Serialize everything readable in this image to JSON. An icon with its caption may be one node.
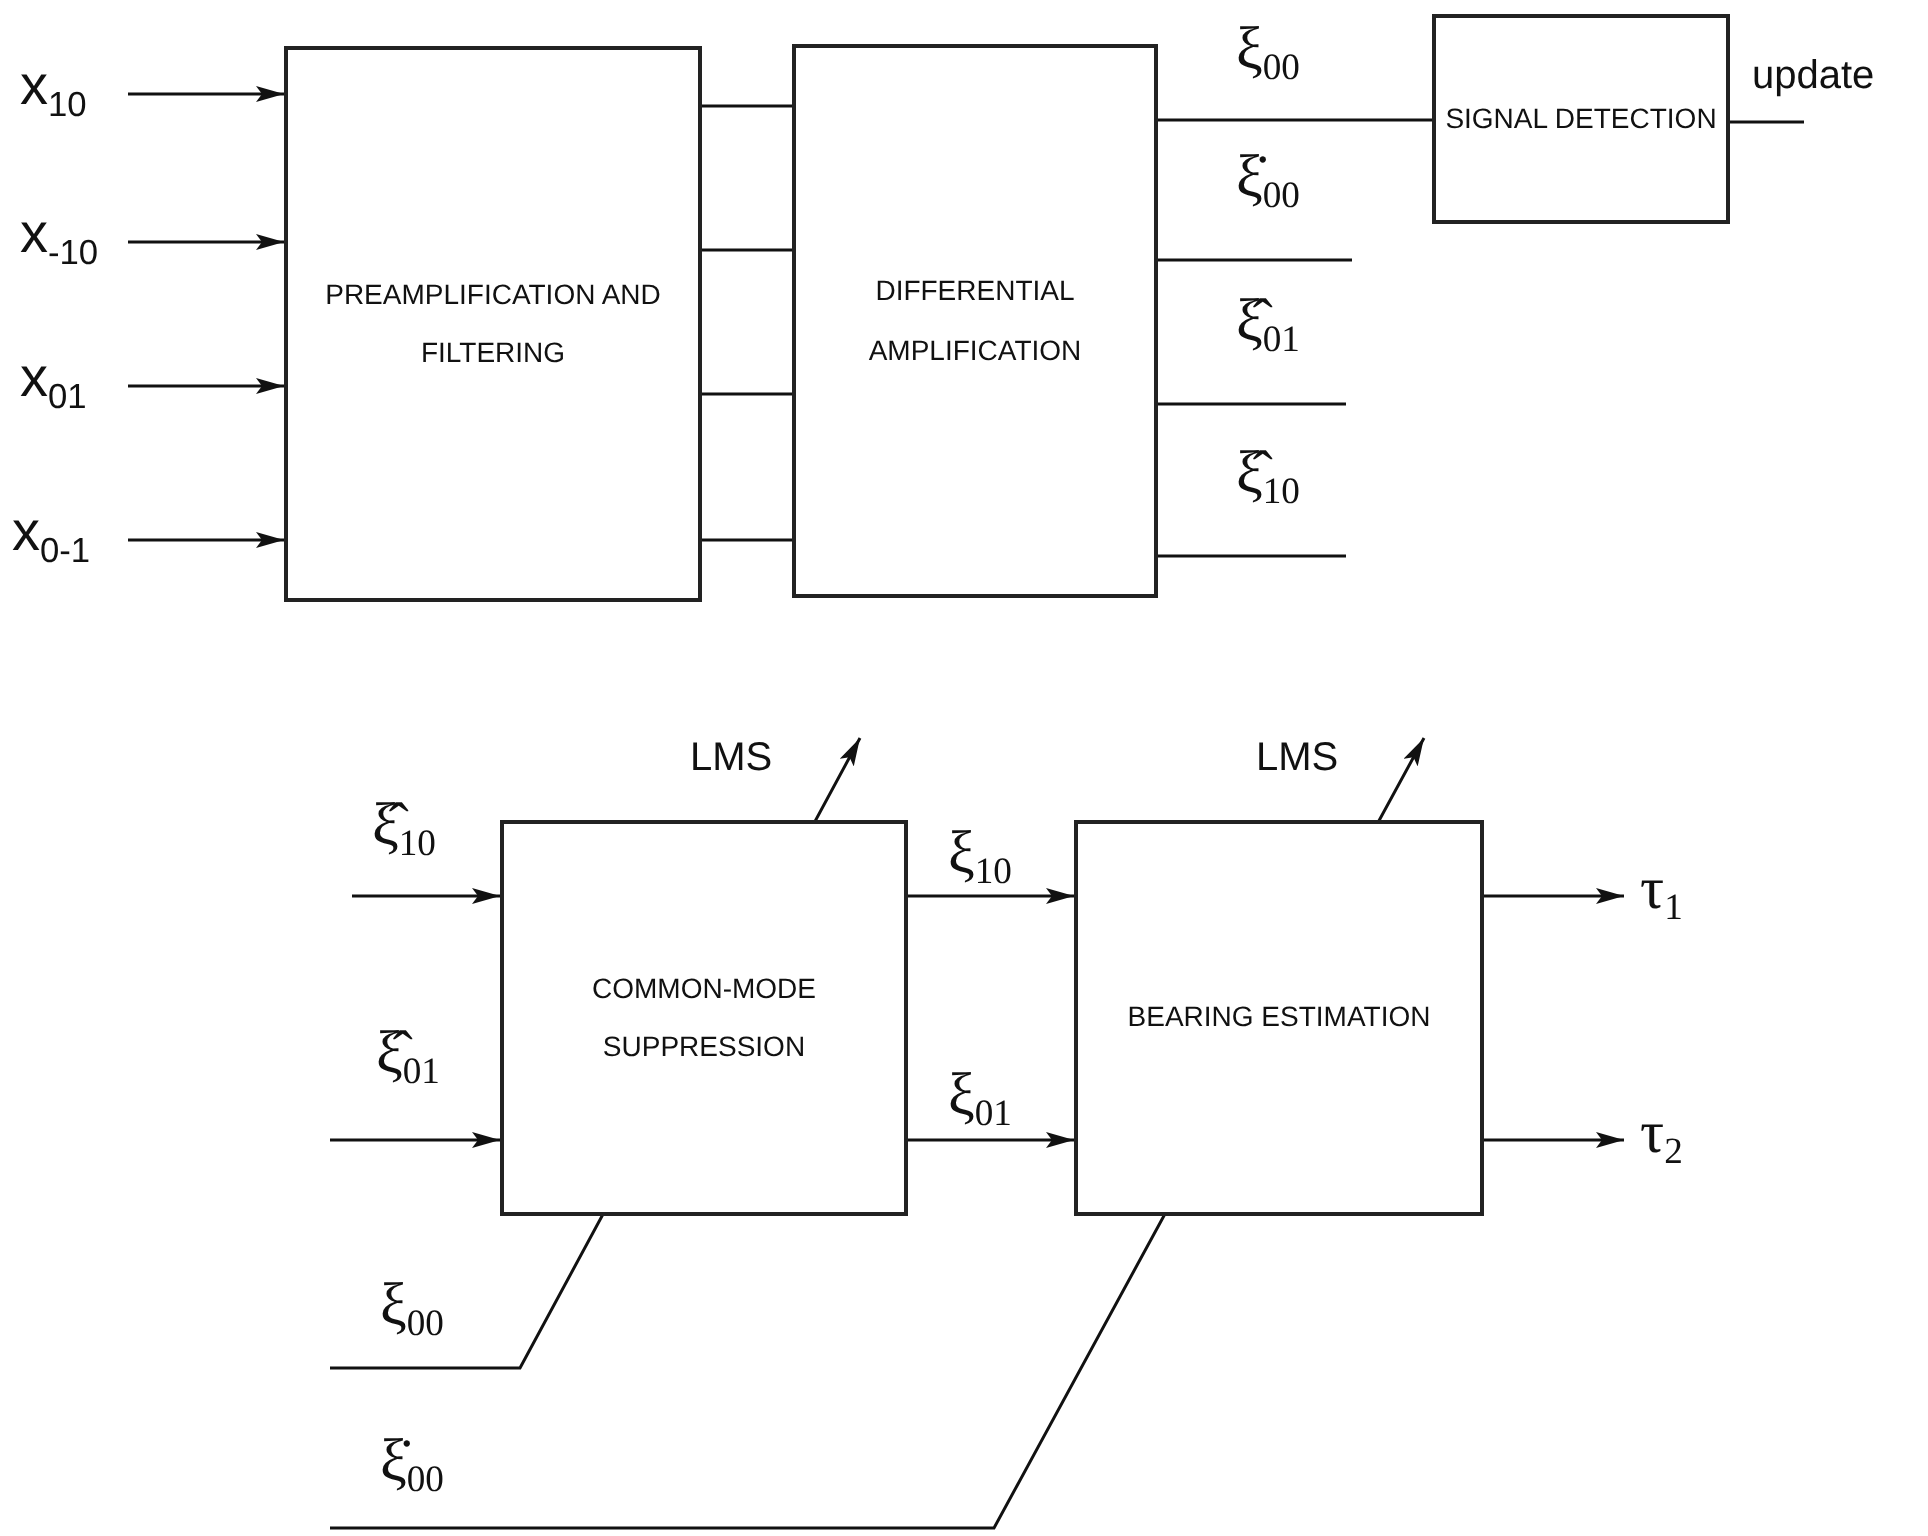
{
  "diagram": {
    "nodes": [
      {
        "text": [
          "x$_{10}$"
        ]
      },
      {
        "text": [
          "x$_{-10}$"
        ]
      },
      {
        "text": [
          "x$_{01}$"
        ]
      },
      {
        "text": [
          "x$_{0-1}$"
        ]
      },
      {
        "text": [
          "PREAMPLIFICATION AND FILTERING"
        ]
      },
      {
        "text": [
          "DIFFERENTIAL AMPLIFICATION"
        ]
      },
      {
        "text": [
          "SIGNAL DETECTION"
        ]
      },
      {
        "text": [
          "LMS"
        ]
      },
      {
        "text": [
          "COMMON-MODE SUPPRESSION"
        ]
      },
      {
        "text": [
          "LMS"
        ]
      },
      {
        "text": [
          "BEARING ESTIMATION"
        ]
      }
    ],
    "edges": [
      {
        "from": 0,
        "to": 4,
        "arrow": "to"
      },
      {
        "from": 1,
        "to": 4,
        "arrow": "to"
      },
      {
        "from": 2,
        "to": 4,
        "arrow": "to"
      },
      {
        "from": 3,
        "to": 4,
        "arrow": "to"
      },
      {
        "from": 4,
        "to": 5,
        "arrow": "none"
      },
      {
        "from": 4,
        "to": 5,
        "arrow": "none"
      },
      {
        "from": 4,
        "to": 5,
        "arrow": "none"
      },
      {
        "from": 4,
        "to": 5,
        "arrow": "none"
      },
      {
        "from": 5,
        "to": 6,
        "arrow": "none",
        "label": "ξ$_{00}$"
      },
      {
        "from": 5,
        "to": null,
        "arrow": "none",
        "label": "ξ̇$_{00}$"
      },
      {
        "from": 5,
        "to": null,
        "arrow": "none",
        "label": "ξ̂$_{01}$"
      },
      {
        "from": 5,
        "to": null,
        "arrow": "none",
        "label": "ξ̂$_{10}$"
      },
      {
        "from": 6,
        "to": null,
        "arrow": "none",
        "label": "update"
      },
      {
        "from": null,
        "to": 8,
        "arrow": "to",
        "label": "ξ̂$_{10}$"
      },
      {
        "from": null,
        "to": 8,
        "arrow": "to",
        "label": "ξ̂$_{01}$"
      },
      {
        "from": 8,
        "to": 10,
        "arrow": "to",
        "label": "ξ$_{10}$"
      },
      {
        "from": 8,
        "to": 10,
        "arrow": "to",
        "label": "ξ$_{01}$"
      },
      {
        "from": 10,
        "to": null,
        "arrow": "to",
        "label": "τ$_{1}$"
      },
      {
        "from": 10,
        "to": null,
        "arrow": "to",
        "label": "τ$_{2}$"
      },
      {
        "from": null,
        "to": 7,
        "arrow": "to",
        "label": "ξ$_{00}$"
      },
      {
        "from": null,
        "to": 9,
        "arrow": "to",
        "label": "ξ̇$_{00}$"
      }
    ]
  }
}
